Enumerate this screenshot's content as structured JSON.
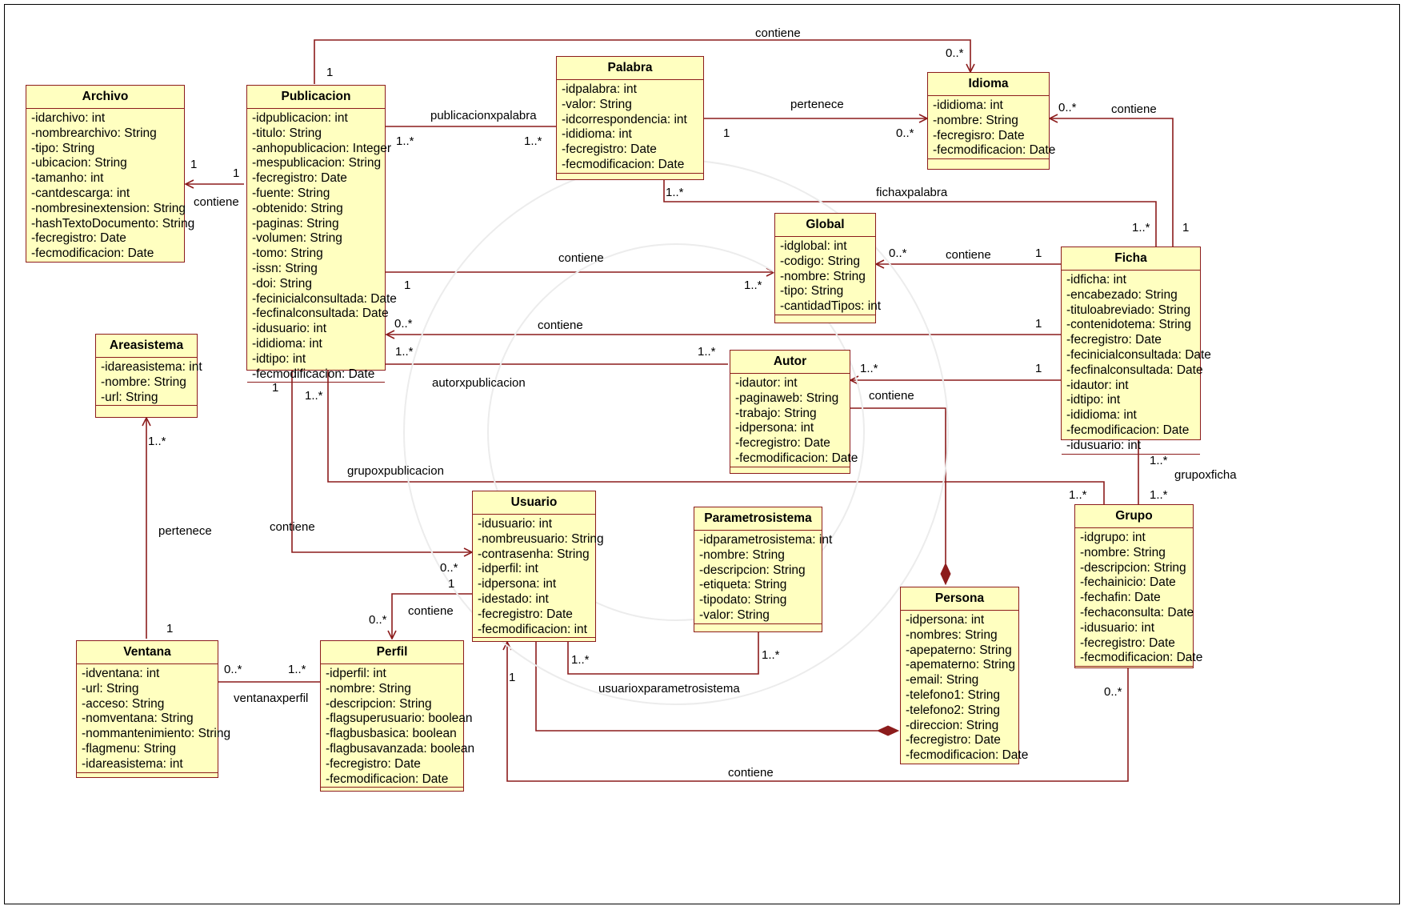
{
  "classes": [
    {
      "id": "archivo",
      "name": "Archivo",
      "attrs": [
        "-idarchivo: int",
        "-nombrearchivo: String",
        "-tipo: String",
        "-ubicacion: String",
        "-tamanho: int",
        "-cantdescarga: int",
        "-nombresinextension: String",
        "-hashTextoDocumento: String",
        "-fecregistro: Date",
        "-fecmodificacion: Date"
      ]
    },
    {
      "id": "publicacion",
      "name": "Publicacion",
      "attrs": [
        "-idpublicacion: int",
        "-titulo: String",
        "-anhopublicacion: Integer",
        "-mespublicacion: String",
        "-fecregistro: Date",
        "-fuente: String",
        "-obtenido: String",
        "-paginas: String",
        "-volumen: String",
        "-tomo: String",
        "-issn: String",
        "-doi: String",
        "-fecinicialconsultada: Date",
        "-fecfinalconsultada: Date",
        "-idusuario: int",
        "-ididioma: int",
        "-idtipo: int",
        "-fecmodificacion: Date"
      ]
    },
    {
      "id": "palabra",
      "name": "Palabra",
      "attrs": [
        "-idpalabra: int",
        "-valor: String",
        "-idcorrespondencia: int",
        "-ididioma: int",
        "-fecregistro: Date",
        "-fecmodificacion: Date"
      ]
    },
    {
      "id": "idioma",
      "name": "Idioma",
      "attrs": [
        "-ididioma: int",
        "-nombre: String",
        "-fecregisro: Date",
        "-fecmodificacion: Date"
      ]
    },
    {
      "id": "global",
      "name": "Global",
      "attrs": [
        "-idglobal: int",
        "-codigo: String",
        "-nombre: String",
        "-tipo: String",
        "-cantidadTipos: int"
      ]
    },
    {
      "id": "ficha",
      "name": "Ficha",
      "attrs": [
        "-idficha: int",
        "-encabezado: String",
        "-tituloabreviado: String",
        "-contenidotema: String",
        "-fecregistro: Date",
        "-fecinicialconsultada: Date",
        "-fecfinalconsultada: Date",
        "-idautor: int",
        "-idtipo: int",
        "-ididioma: int",
        "-fecmodificacion: Date",
        "-idusuario: int"
      ]
    },
    {
      "id": "areasistema",
      "name": "Areasistema",
      "attrs": [
        "-idareasistema: int",
        "-nombre: String",
        "-url: String"
      ]
    },
    {
      "id": "autor",
      "name": "Autor",
      "attrs": [
        "-idautor: int",
        "-paginaweb: String",
        "-trabajo: String",
        "-idpersona: int",
        "-fecregistro: Date",
        "-fecmodificacion: Date"
      ]
    },
    {
      "id": "usuario",
      "name": "Usuario",
      "attrs": [
        "-idusuario: int",
        "-nombreusuario: String",
        "-contrasenha: String",
        "-idperfil: int",
        "-idpersona: int",
        "-idestado: int",
        "-fecregistro: Date",
        "-fecmodificacion: int"
      ]
    },
    {
      "id": "parametrosistema",
      "name": "Parametrosistema",
      "attrs": [
        "-idparametrosistema: int",
        "-nombre: String",
        "-descripcion: String",
        "-etiqueta: String",
        "-tipodato: String",
        "-valor: String"
      ]
    },
    {
      "id": "grupo",
      "name": "Grupo",
      "attrs": [
        "-idgrupo: int",
        "-nombre: String",
        "-descripcion: String",
        "-fechainicio: Date",
        "-fechafin: Date",
        "-fechaconsulta: Date",
        "-idusuario: int",
        "-fecregistro: Date",
        "-fecmodificacion: Date"
      ]
    },
    {
      "id": "ventana",
      "name": "Ventana",
      "attrs": [
        "-idventana: int",
        "-url: String",
        "-acceso: String",
        "-nomventana: String",
        "-nommantenimiento: String",
        "-flagmenu: String",
        "-idareasistema: int"
      ]
    },
    {
      "id": "perfil",
      "name": "Perfil",
      "attrs": [
        "-idperfil: int",
        "-nombre: String",
        "-descripcion: String",
        "-flagsuperusuario: boolean",
        "-flagbusbasica: boolean",
        "-flagbusavanzada: boolean",
        "-fecregistro: Date",
        "-fecmodificacion: Date"
      ]
    },
    {
      "id": "persona",
      "name": "Persona",
      "attrs": [
        "-idpersona: int",
        "-nombres: String",
        "-apepaterno: String",
        "-apematerno: String",
        "-email: String",
        "-telefono1: String",
        "-telefono2: String",
        "-direccion: String",
        "-fecregistro: Date",
        "-fecmodificacion: Date"
      ]
    }
  ],
  "labels": [
    {
      "id": "l1",
      "text": "contiene"
    },
    {
      "id": "l2",
      "text": "1"
    },
    {
      "id": "l3",
      "text": "0..*"
    },
    {
      "id": "l4",
      "text": "publicacionxpalabra"
    },
    {
      "id": "l5",
      "text": "1..*"
    },
    {
      "id": "l6",
      "text": "1..*"
    },
    {
      "id": "l7",
      "text": "pertenece"
    },
    {
      "id": "l8",
      "text": "1"
    },
    {
      "id": "l9",
      "text": "0..*"
    },
    {
      "id": "l10",
      "text": "contiene"
    },
    {
      "id": "l11",
      "text": "0..*"
    },
    {
      "id": "l12",
      "text": "1"
    },
    {
      "id": "l13",
      "text": "1"
    },
    {
      "id": "l14",
      "text": "1"
    },
    {
      "id": "l15",
      "text": "contiene"
    },
    {
      "id": "l16",
      "text": "1..*"
    },
    {
      "id": "l17",
      "text": "fichaxpalabra"
    },
    {
      "id": "l18",
      "text": "1..*"
    },
    {
      "id": "l19",
      "text": "contiene"
    },
    {
      "id": "l20",
      "text": "1"
    },
    {
      "id": "l21",
      "text": "1..*"
    },
    {
      "id": "l22",
      "text": "0..*"
    },
    {
      "id": "l23",
      "text": "contiene"
    },
    {
      "id": "l24",
      "text": "1"
    },
    {
      "id": "l25",
      "text": "0..*"
    },
    {
      "id": "l26",
      "text": "contiene"
    },
    {
      "id": "l27",
      "text": "1"
    },
    {
      "id": "l28",
      "text": "1..*"
    },
    {
      "id": "l29",
      "text": "1..*"
    },
    {
      "id": "l30",
      "text": "autorxpublicacion"
    },
    {
      "id": "l31",
      "text": "1..*"
    },
    {
      "id": "l32",
      "text": "contiene"
    },
    {
      "id": "l33",
      "text": "1"
    },
    {
      "id": "l34",
      "text": "1"
    },
    {
      "id": "l35",
      "text": "1..*"
    },
    {
      "id": "l36",
      "text": "grupoxpublicacion"
    },
    {
      "id": "l37",
      "text": "1..*"
    },
    {
      "id": "l38",
      "text": "1..*"
    },
    {
      "id": "l39",
      "text": "grupoxficha"
    },
    {
      "id": "l40",
      "text": "1..*"
    },
    {
      "id": "l41",
      "text": "1..*"
    },
    {
      "id": "l42",
      "text": "pertenece"
    },
    {
      "id": "l43",
      "text": "1"
    },
    {
      "id": "l44",
      "text": "contiene"
    },
    {
      "id": "l45",
      "text": "0..*"
    },
    {
      "id": "l46",
      "text": "1"
    },
    {
      "id": "l47",
      "text": "contiene"
    },
    {
      "id": "l48",
      "text": "0..*"
    },
    {
      "id": "l49",
      "text": "0..*"
    },
    {
      "id": "l50",
      "text": "1..*"
    },
    {
      "id": "l51",
      "text": "ventanaxperfil"
    },
    {
      "id": "l52",
      "text": "1..*"
    },
    {
      "id": "l53",
      "text": "1..*"
    },
    {
      "id": "l54",
      "text": "usuarioxparametrosistema"
    },
    {
      "id": "l55",
      "text": "1"
    },
    {
      "id": "l56",
      "text": "contiene"
    },
    {
      "id": "l57",
      "text": "0..*"
    }
  ],
  "colors": {
    "class_fill": "#ffffc0",
    "class_border": "#8c1c1c",
    "line": "#8c1c1c"
  }
}
